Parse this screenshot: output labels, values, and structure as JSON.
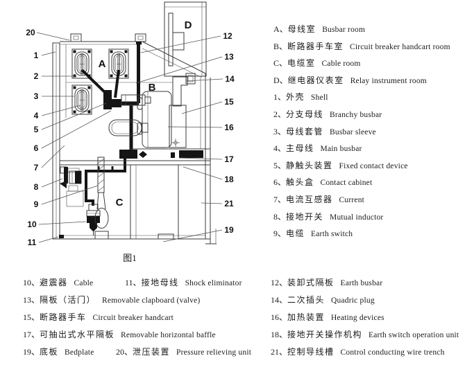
{
  "figure": {
    "caption": "图1",
    "rooms": {
      "a": "A",
      "b": "B",
      "c": "C",
      "d": "D"
    },
    "callouts": {
      "c1": "1",
      "c2": "2",
      "c3": "3",
      "c4": "4",
      "c5": "5",
      "c6": "6",
      "c7": "7",
      "c8": "8",
      "c9": "9",
      "c10": "10",
      "c11": "11",
      "c12": "12",
      "c13": "13",
      "c14": "14",
      "c15": "15",
      "c16": "16",
      "c17": "17",
      "c18": "18",
      "c19": "19",
      "c20": "20",
      "c21": "21"
    }
  },
  "legend_right": [
    {
      "key": "A、",
      "cn": "母线室",
      "en": "Busbar room"
    },
    {
      "key": "B、",
      "cn": "断路器手车室",
      "en": "Circuit breaker handcart room"
    },
    {
      "key": "C、",
      "cn": "电缆室",
      "en": "Cable room"
    },
    {
      "key": "D、",
      "cn": "继电器仪表室",
      "en": "Relay instrument room"
    },
    {
      "key": "1、",
      "cn": "外壳",
      "en": "Shell"
    },
    {
      "key": "2、",
      "cn": "分支母线",
      "en": "Branchy busbar"
    },
    {
      "key": "3、",
      "cn": "母线套管",
      "en": "Busbar sleeve"
    },
    {
      "key": "4、",
      "cn": "主母线",
      "en": "Main busbar"
    },
    {
      "key": "5、",
      "cn": "静触头装置",
      "en": "Fixed contact device"
    },
    {
      "key": "6、",
      "cn": "触头盒",
      "en": "Contact cabinet"
    },
    {
      "key": "7、",
      "cn": "电流互感器",
      "en": "Current"
    },
    {
      "key": "8、",
      "cn": "接地开关",
      "en": "Mutual inductor"
    },
    {
      "key": "9、",
      "cn": "电缆",
      "en": "Earth switch"
    }
  ],
  "legend_bottom": {
    "rows": [
      {
        "left": [
          {
            "key": "10、",
            "cn": "避震器",
            "en": "Cable"
          },
          {
            "key": "11、",
            "cn": "接地母线",
            "en": "Shock eliminator"
          }
        ],
        "right": [
          {
            "key": "12、",
            "cn": "装卸式隔板",
            "en": "Earth busbar"
          }
        ]
      },
      {
        "left": [
          {
            "key": "13、",
            "cn": "隔板（活门）",
            "en": "Removable clapboard (valve)"
          }
        ],
        "right": [
          {
            "key": "14、",
            "cn": "二次插头",
            "en": "Quadric plug"
          }
        ]
      },
      {
        "left": [
          {
            "key": "15、",
            "cn": "断路器手车",
            "en": "Circuit breaker handcart"
          }
        ],
        "right": [
          {
            "key": "16、",
            "cn": "加热装置",
            "en": "Heating devices"
          }
        ]
      },
      {
        "left": [
          {
            "key": "17、",
            "cn": "可抽出式水平隔板",
            "en": "Removable horizontal baffle"
          }
        ],
        "right": [
          {
            "key": "18、",
            "cn": "接地开关操作机构",
            "en": "Earth switch operation unit"
          }
        ]
      },
      {
        "left": [
          {
            "key": "19、",
            "cn": "底板",
            "en": "Bedplate"
          },
          {
            "key": "20、",
            "cn": "泄压装置",
            "en": "Pressure relieving unit"
          }
        ],
        "right": [
          {
            "key": "21、",
            "cn": "控制导线槽",
            "en": "Control conducting wire trench"
          }
        ]
      }
    ]
  },
  "colors": {
    "line": "#3a3a3a",
    "busbar": "#151515",
    "text": "#1a1a1a",
    "background": "#ffffff"
  }
}
